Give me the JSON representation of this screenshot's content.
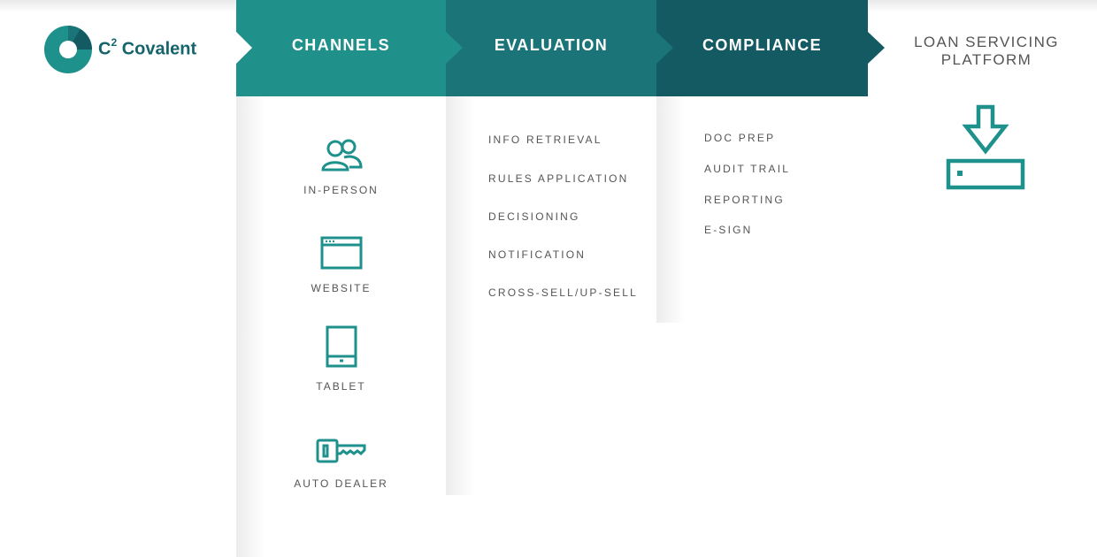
{
  "brand": {
    "logo_text": "C",
    "logo_sup": "2",
    "logo_name": "Covalent"
  },
  "stages": {
    "channels": "CHANNELS",
    "evaluation": "EVALUATION",
    "compliance": "COMPLIANCE"
  },
  "channels": [
    {
      "label": "IN-PERSON",
      "icon": "people-icon"
    },
    {
      "label": "WEBSITE",
      "icon": "browser-window-icon"
    },
    {
      "label": "TABLET",
      "icon": "tablet-icon"
    },
    {
      "label": "AUTO DEALER",
      "icon": "car-key-icon"
    }
  ],
  "evaluation_items": [
    "INFO RETRIEVAL",
    "RULES APPLICATION",
    "DECISIONING",
    "NOTIFICATION",
    "CROSS-SELL/UP-SELL"
  ],
  "compliance_items": [
    "DOC PREP",
    "AUDIT TRAIL",
    "REPORTING",
    "E-SIGN"
  ],
  "platform": {
    "line1": "LOAN SERVICING",
    "line2": "PLATFORM",
    "icon": "download-tray-icon"
  },
  "colors": {
    "channels": "#20908b",
    "evaluation": "#1b7578",
    "compliance": "#135a62",
    "icon": "#1f918c",
    "text": "#555555"
  }
}
